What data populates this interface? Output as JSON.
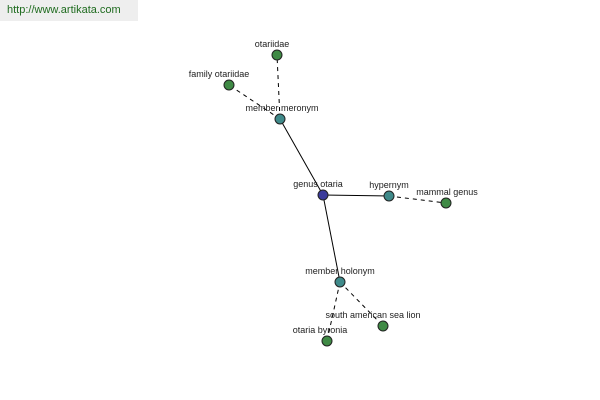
{
  "source": {
    "url_text": "http://www.artikata.com"
  },
  "colors": {
    "center_node": "#3a3a9a",
    "relation_node": "#3f8a8a",
    "leaf_node": "#3f8a45",
    "edge": "#000000",
    "banner_bg": "#eeeeee",
    "link_text": "#1f6b1f"
  },
  "graph": {
    "center": {
      "label": "genus otaria"
    },
    "relations": [
      {
        "label": "member meronym",
        "targets": [
          "otariidae",
          "family otariidae"
        ]
      },
      {
        "label": "hypernym",
        "targets": [
          "mammal genus"
        ]
      },
      {
        "label": "member holonym",
        "targets": [
          "south american sea lion",
          "otaria byronia"
        ]
      }
    ]
  }
}
